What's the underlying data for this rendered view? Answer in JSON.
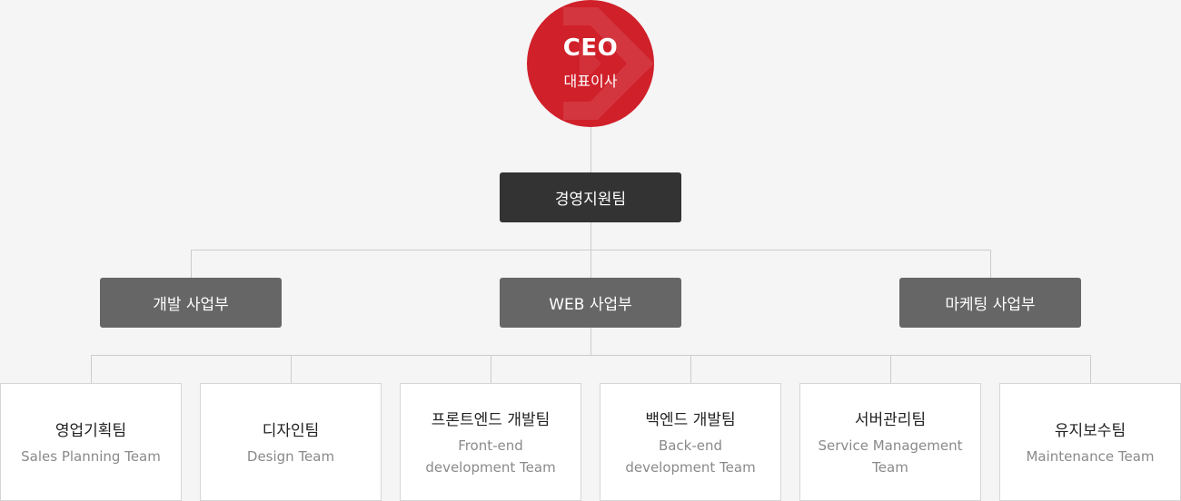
{
  "ceo": {
    "title": "CEO",
    "subtitle": "대표이사"
  },
  "support_team": "경영지원팀",
  "divisions": [
    "개발 사업부",
    "WEB 사업부",
    "마케팅 사업부"
  ],
  "teams": [
    {
      "kr": "영업기획팀",
      "en": "Sales Planning Team"
    },
    {
      "kr": "디자인팀",
      "en": "Design Team"
    },
    {
      "kr": "프론트엔드 개발팀",
      "en": "Front-end development Team"
    },
    {
      "kr": "백엔드 개발팀",
      "en": "Back-end development Team"
    },
    {
      "kr": "서버관리팀",
      "en": "Service Management Team"
    },
    {
      "kr": "유지보수팀",
      "en": "Maintenance Team"
    }
  ],
  "colors": {
    "ceo": "#d0202a",
    "support": "#333333",
    "division": "#666666",
    "line": "#cccccc"
  }
}
